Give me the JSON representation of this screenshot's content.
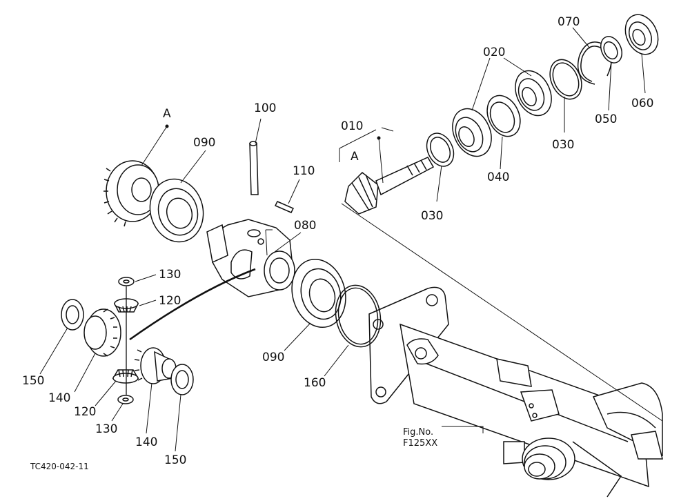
{
  "labels": {
    "p010": "010",
    "p020": "020",
    "p030a": "030",
    "p030b": "030",
    "p040": "040",
    "p050": "050",
    "p060": "060",
    "p070": "070",
    "p080": "080",
    "p090a": "090",
    "p090b": "090",
    "p100": "100",
    "p110": "110",
    "p120a": "120",
    "p120b": "120",
    "p130a": "130",
    "p130b": "130",
    "p140a": "140",
    "p140b": "140",
    "p150a": "150",
    "p150b": "150",
    "p160": "160",
    "refA1": "A",
    "refA2": "A"
  },
  "figure": {
    "fig_no_label": "Fig.No.",
    "fig_no_value": "F125XX",
    "drawing_code": "TC420-042-11"
  }
}
